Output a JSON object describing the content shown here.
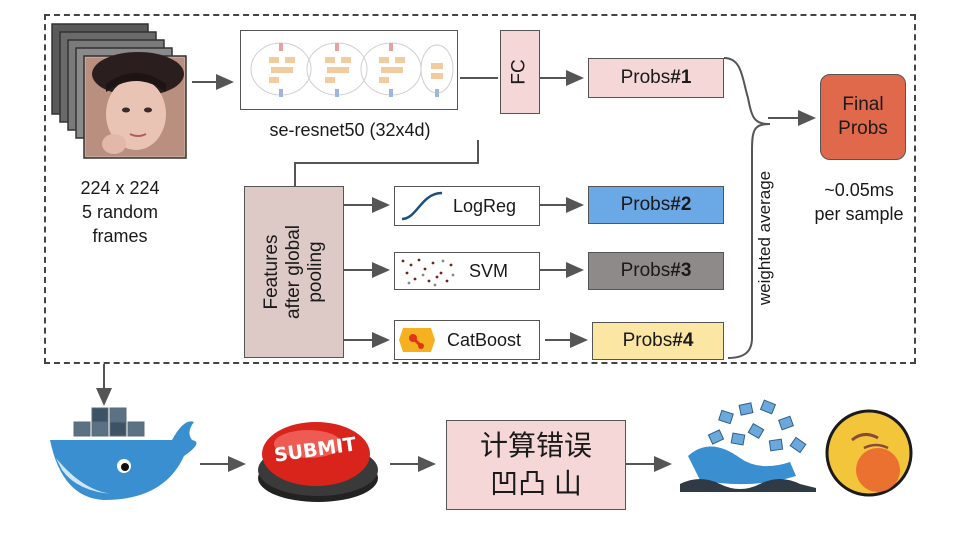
{
  "input": {
    "size": "224 x 224",
    "frames": "5 random",
    "frames_word": "frames"
  },
  "backbone": {
    "caption": "se-resnet50 (32x4d)"
  },
  "fc": {
    "label": "FC"
  },
  "features": {
    "line1": "Features",
    "line2": "after global",
    "line3": "pooling"
  },
  "classifiers": [
    {
      "name": "LogReg"
    },
    {
      "name": "SVM"
    },
    {
      "name": "CatBoost"
    }
  ],
  "probs": [
    {
      "prefix": "Probs ",
      "num": "#1",
      "color": "#f4d7d6"
    },
    {
      "prefix": "Probs ",
      "num": "#2",
      "color": "#6aa9e6"
    },
    {
      "prefix": "Probs ",
      "num": "#3",
      "color": "#8f8a8a"
    },
    {
      "prefix": "Probs ",
      "num": "#4",
      "color": "#fbe6a3"
    }
  ],
  "weighted_average": "weighted average",
  "final": {
    "line1": "Final",
    "line2": "Probs",
    "color": "#e0684b"
  },
  "timing": {
    "line1": "~0.05ms",
    "line2": "per sample"
  },
  "bottom": {
    "submit_label": "SUBMIT",
    "compute_line1": "计算错误",
    "compute_line2": "凹凸 山"
  }
}
